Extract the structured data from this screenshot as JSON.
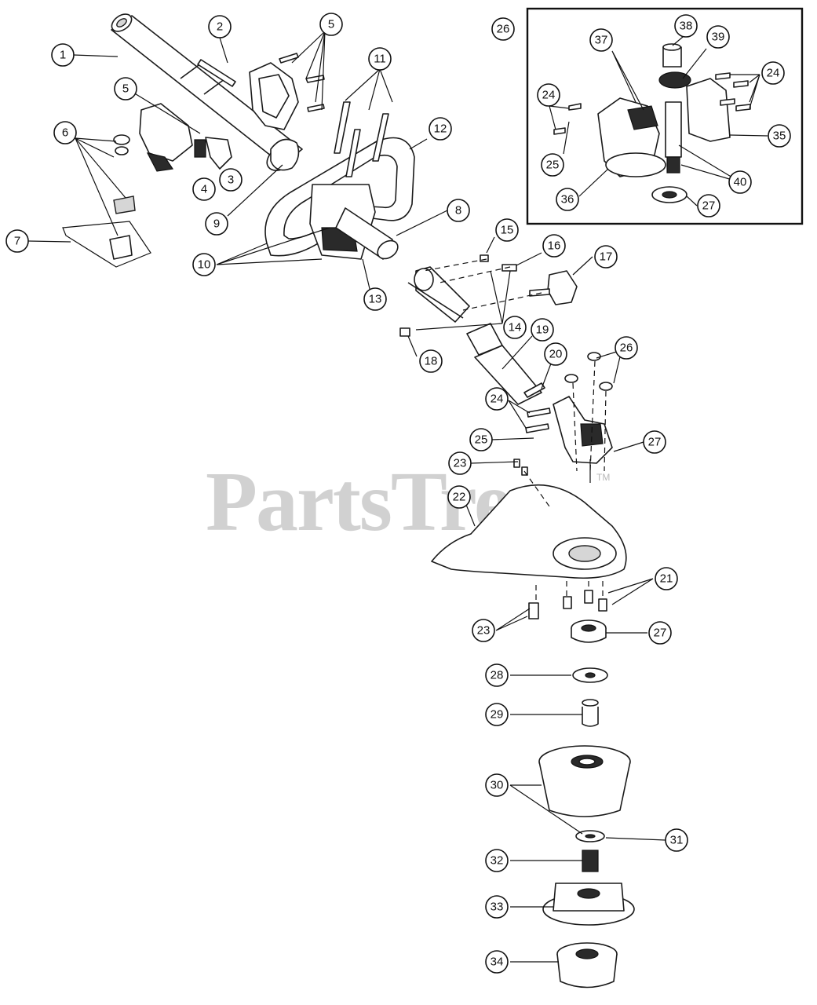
{
  "watermark": {
    "text": "PartsTree",
    "trademark": "TM"
  },
  "inset": {
    "label": "26"
  },
  "callouts": [
    "1",
    "2",
    "3",
    "4",
    "5",
    "5",
    "6",
    "7",
    "8",
    "9",
    "10",
    "11",
    "12",
    "13",
    "14",
    "15",
    "16",
    "17",
    "18",
    "19",
    "20",
    "21",
    "22",
    "23",
    "23",
    "24",
    "25",
    "26",
    "27",
    "27",
    "28",
    "29",
    "30",
    "31",
    "32",
    "33",
    "34",
    "35",
    "36",
    "37",
    "38",
    "39",
    "40",
    "24",
    "25",
    "27"
  ]
}
